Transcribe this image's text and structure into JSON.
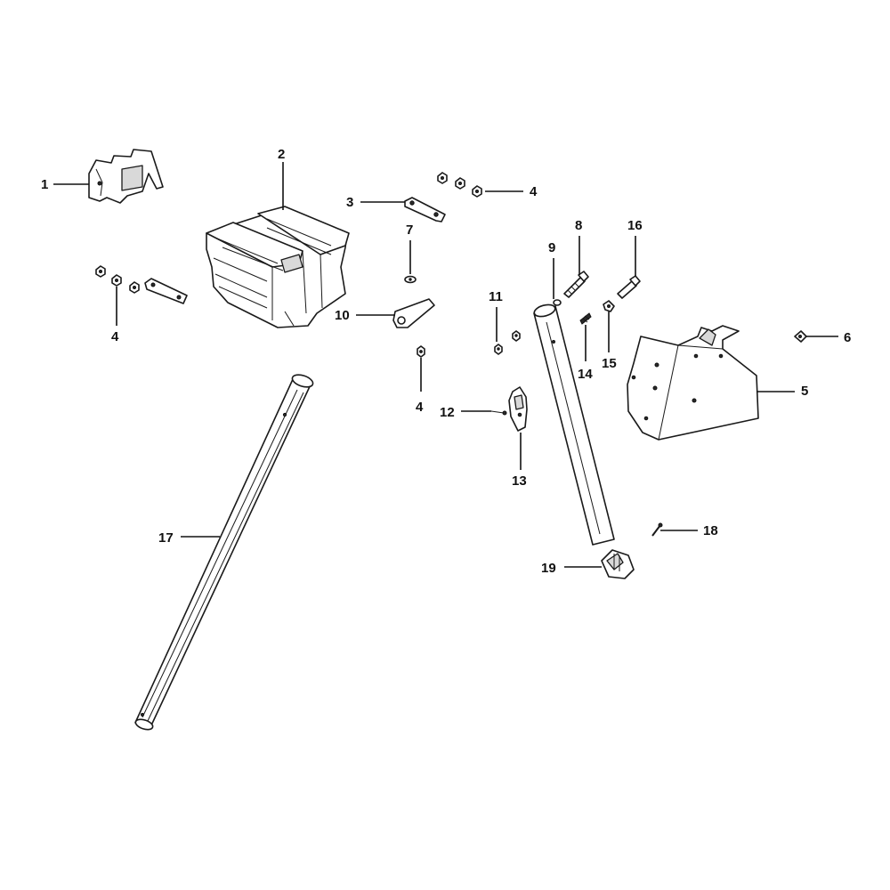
{
  "callouts": {
    "c1": "1",
    "c2": "2",
    "c3": "3",
    "c4a": "4",
    "c4b": "4",
    "c4c": "4",
    "c5": "5",
    "c6": "6",
    "c7": "7",
    "c8": "8",
    "c9": "9",
    "c10": "10",
    "c11": "11",
    "c12": "12",
    "c13": "13",
    "c14": "14",
    "c15": "15",
    "c16": "16",
    "c17": "17",
    "c18": "18",
    "c19": "19"
  }
}
